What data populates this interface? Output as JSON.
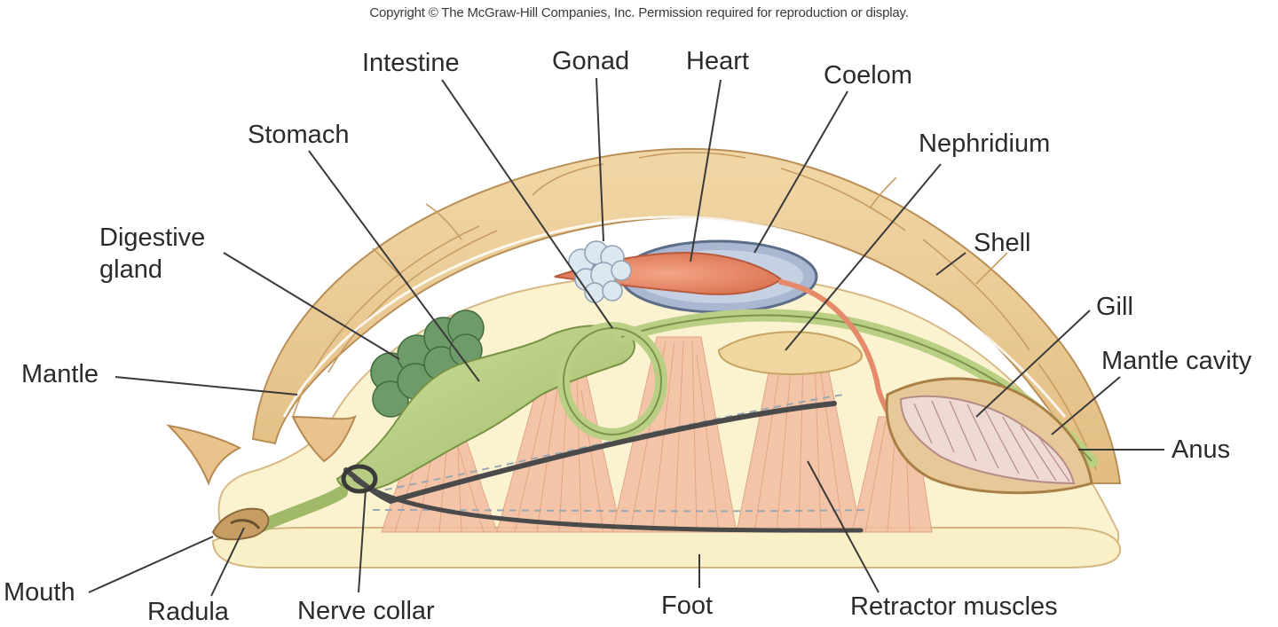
{
  "copyright": "Copyright © The McGraw-Hill Companies, Inc. Permission required for reproduction or display.",
  "labels": {
    "intestine": "Intestine",
    "gonad": "Gonad",
    "heart": "Heart",
    "coelom": "Coelom",
    "stomach": "Stomach",
    "nephridium": "Nephridium",
    "digestive_line1": "Digestive",
    "digestive_line2": "gland",
    "shell": "Shell",
    "gill": "Gill",
    "mantle": "Mantle",
    "mantle_cavity": "Mantle cavity",
    "anus": "Anus",
    "mouth": "Mouth",
    "radula": "Radula",
    "nerve_collar": "Nerve collar",
    "foot": "Foot",
    "retractor_muscles": "Retractor muscles"
  },
  "colors": {
    "shell": "#e8c995",
    "shell_ridge": "#c9a066",
    "body": "#fbf2cf",
    "gut": "#b9cf84",
    "digestive_gland": "#6f9a6a",
    "heart": "#e58a6a",
    "coelom": "#9aaac4",
    "muscle": "#f0b79a",
    "gill": "#e9cfc8",
    "nerve": "#4a4a4a"
  }
}
